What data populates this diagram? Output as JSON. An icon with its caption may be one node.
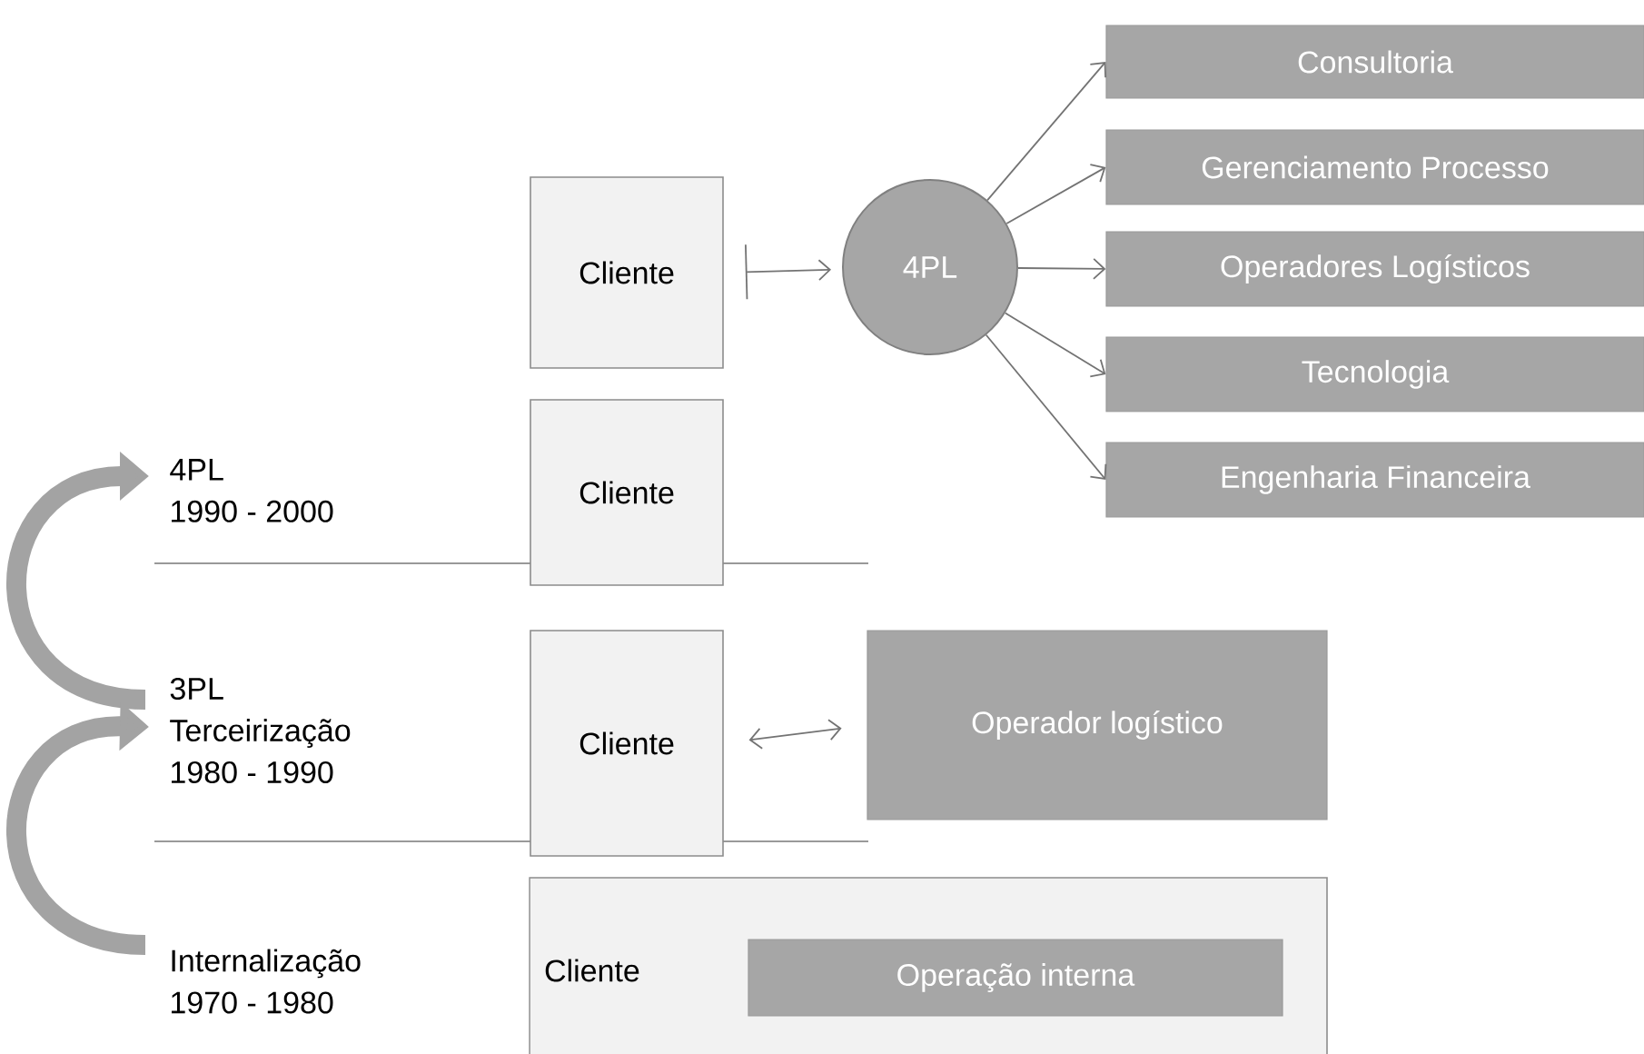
{
  "diagram": {
    "nodes": [
      {
        "text": [
          "Cliente"
        ]
      },
      {
        "text": [
          "4PL"
        ]
      },
      {
        "text": [
          "Consultoria"
        ]
      },
      {
        "text": [
          "Gerenciamento Processo"
        ]
      },
      {
        "text": [
          "Operadores Logísticos"
        ]
      },
      {
        "text": [
          "Tecnologia"
        ]
      },
      {
        "text": [
          "Engenharia Financeira"
        ]
      },
      {
        "text": [
          "Cliente"
        ]
      },
      {
        "text": [
          "Cliente"
        ]
      },
      {
        "text": [
          "Operador logístico"
        ]
      },
      {
        "text": [
          "Cliente"
        ]
      },
      {
        "text": [
          "Operação interna"
        ],
        "in": 10
      },
      {
        "text": [
          "4PL",
          "1990 - 2000"
        ]
      },
      {
        "text": [
          "3PL",
          "Terceirização",
          "1980 - 1990"
        ]
      },
      {
        "text": [
          "Internalização",
          "1970 - 1980"
        ]
      }
    ],
    "edges": [
      {
        "from": 0,
        "to": 1,
        "arrow": "to"
      },
      {
        "from": 1,
        "to": 2,
        "arrow": "to"
      },
      {
        "from": 1,
        "to": 3,
        "arrow": "to"
      },
      {
        "from": 1,
        "to": 4,
        "arrow": "to"
      },
      {
        "from": 1,
        "to": 5,
        "arrow": "to"
      },
      {
        "from": 1,
        "to": 6,
        "arrow": "to"
      },
      {
        "from": 8,
        "to": 9,
        "arrow": "both"
      },
      {
        "from": 13,
        "to": 12,
        "arrow": "to",
        "style": "thick",
        "color": "#a3a3a3"
      },
      {
        "from": 14,
        "to": 13,
        "arrow": "to",
        "style": "thick",
        "color": "#a3a3a3"
      }
    ]
  }
}
